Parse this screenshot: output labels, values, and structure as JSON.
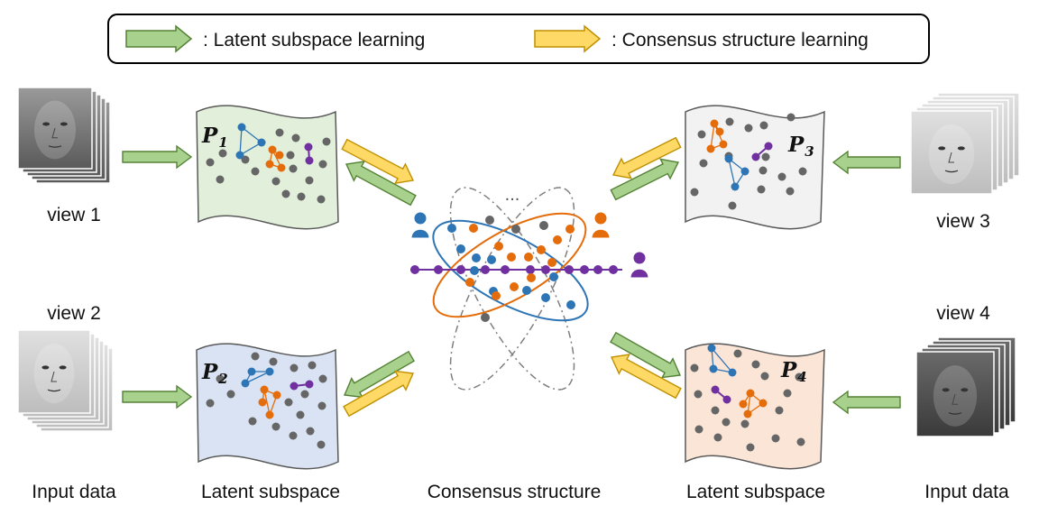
{
  "legend": {
    "green_label": ": Latent subspace learning",
    "yellow_label": ": Consensus structure learning"
  },
  "views": [
    {
      "label": "view 1"
    },
    {
      "label": "view 2"
    },
    {
      "label": "view 3"
    },
    {
      "label": "view 4"
    }
  ],
  "subspaces": [
    {
      "symbol": "P",
      "index": "1",
      "fill": "#e2efda"
    },
    {
      "symbol": "P",
      "index": "2",
      "fill": "#dae3f3"
    },
    {
      "symbol": "P",
      "index": "3",
      "fill": "#f2f2f2"
    },
    {
      "symbol": "P",
      "index": "4",
      "fill": "#fbe5d6"
    }
  ],
  "consensus": {
    "ellipsis": "..."
  },
  "bottom_labels": {
    "input_left": "Input data",
    "latent_left": "Latent subspace",
    "consensus": "Consensus structure",
    "latent_right": "Latent subspace",
    "input_right": "Input data"
  },
  "colors": {
    "green_arrow": "#a9d18e",
    "green_stroke": "#548235",
    "yellow_arrow": "#ffd966",
    "yellow_stroke": "#bf9000",
    "blue": "#2e75b6",
    "orange": "#e46c0a",
    "purple": "#7030a0",
    "gray": "#666666"
  }
}
